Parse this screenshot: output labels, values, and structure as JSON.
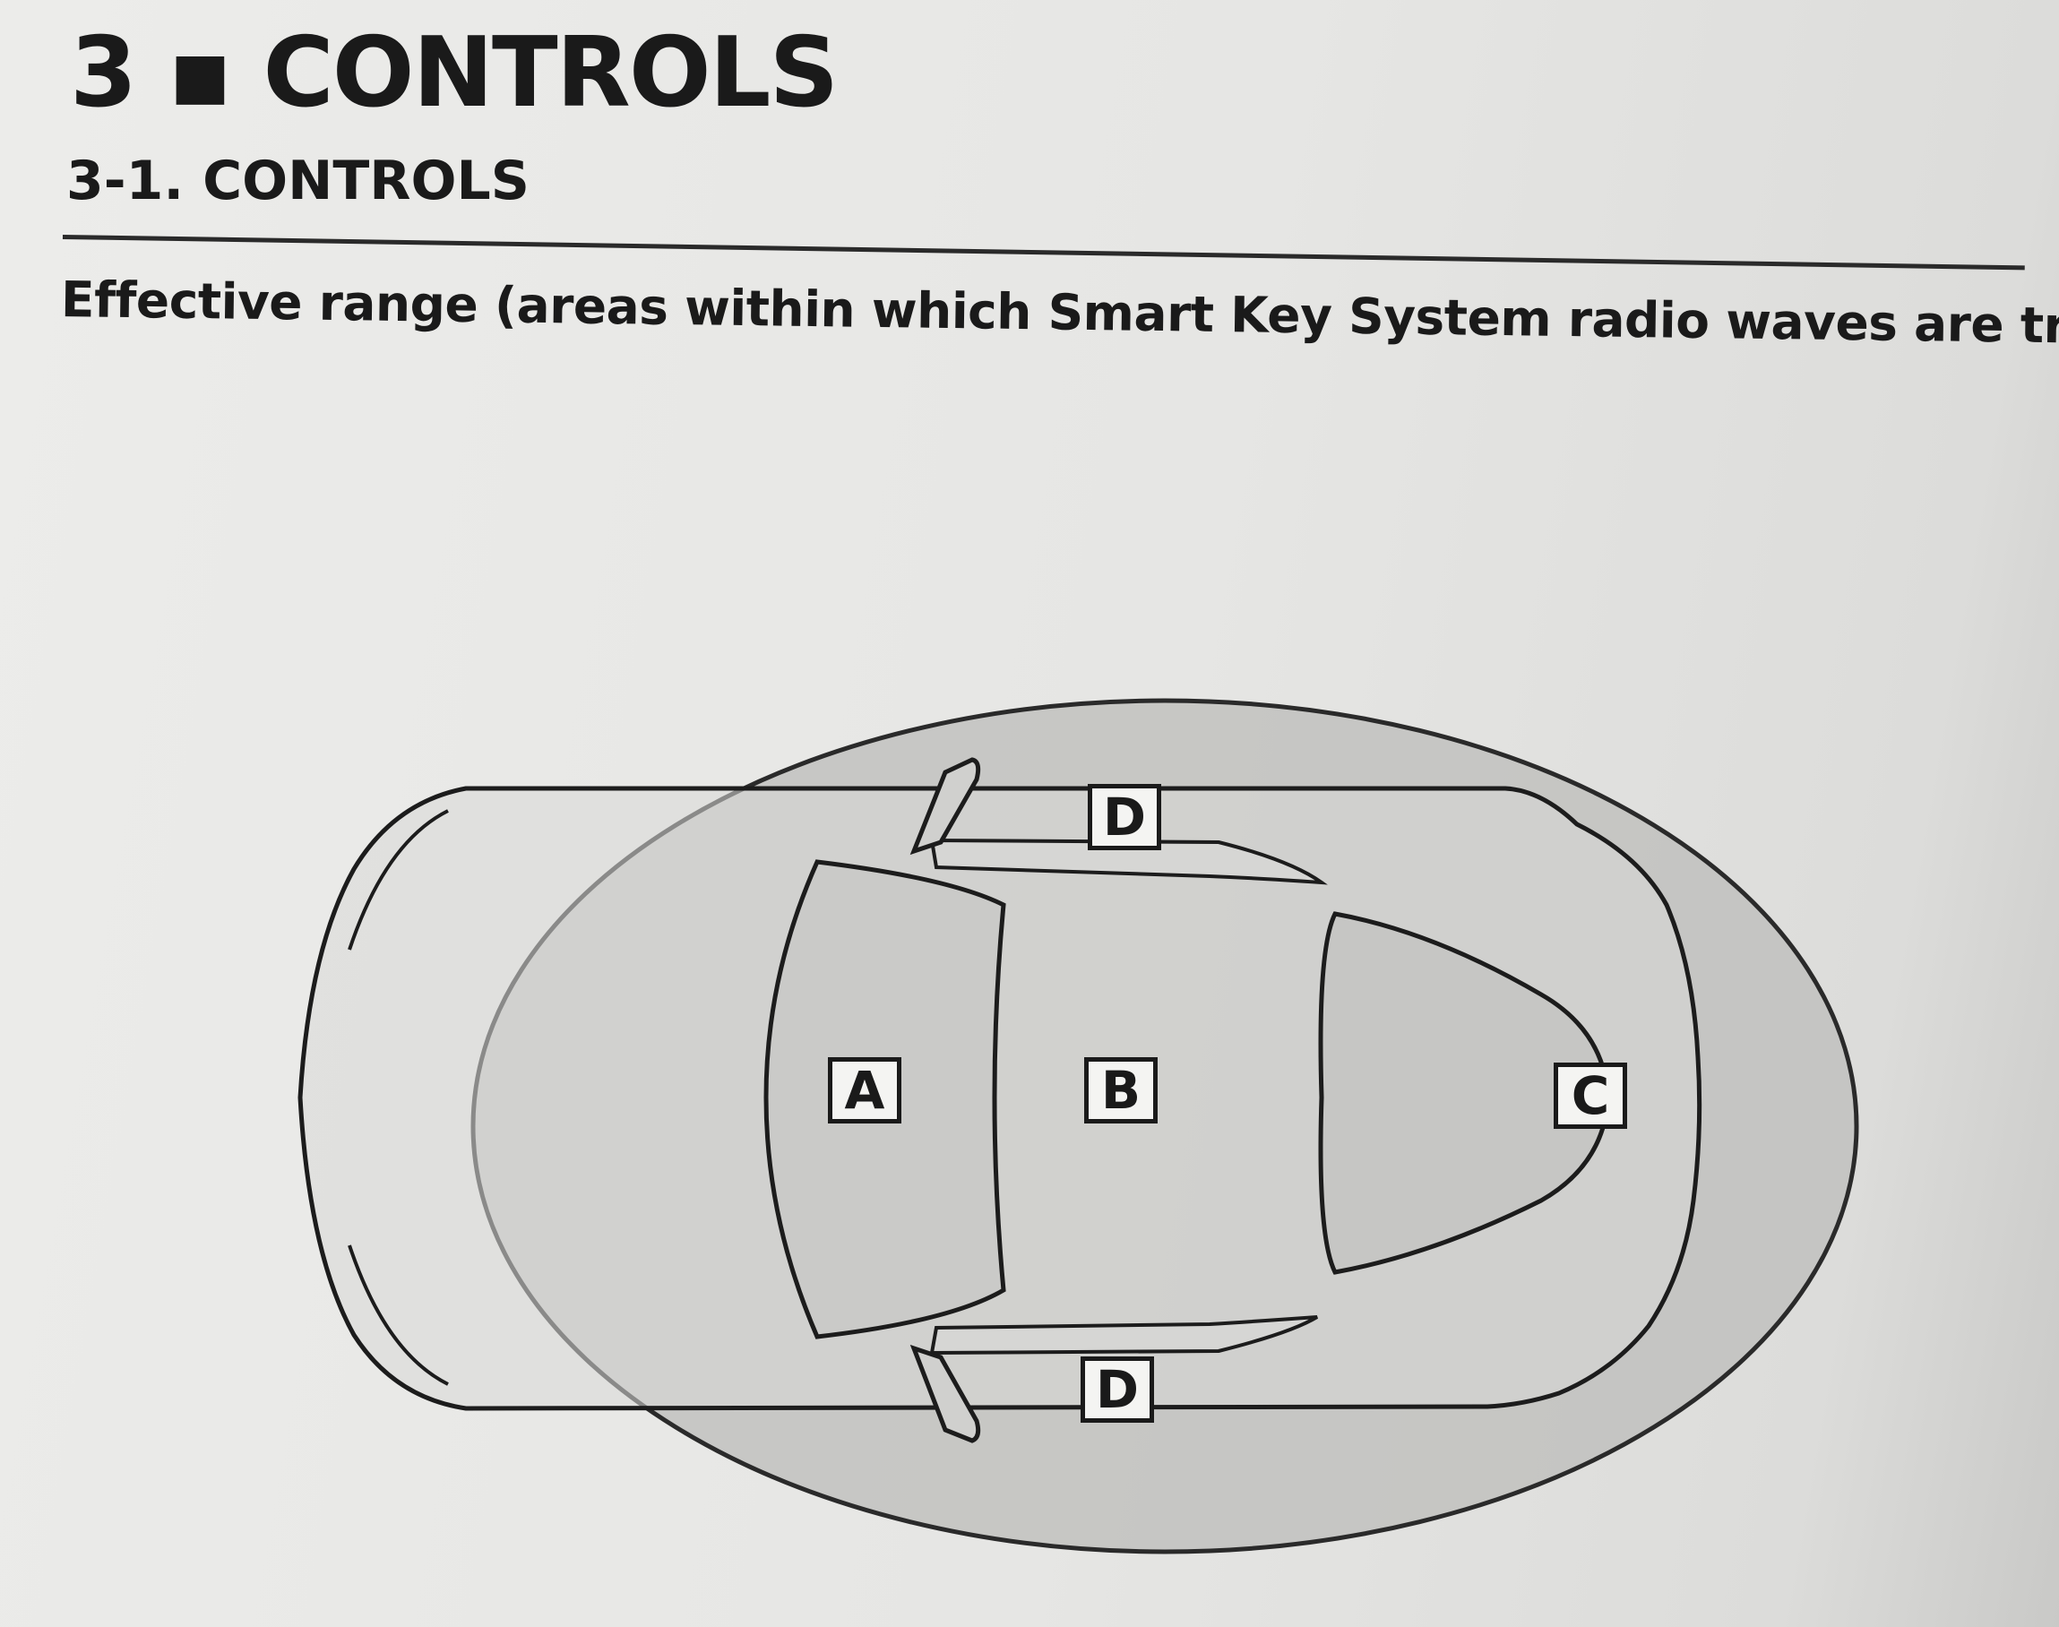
{
  "header": {
    "chapter": "3 ▪ CONTROLS",
    "section": "3-1. CONTROLS",
    "heading": "Effective range (areas within which Smart Key System radio waves are transmitted)"
  },
  "diagram": {
    "zones": [
      {
        "id": "A",
        "label": "A"
      },
      {
        "id": "B",
        "label": "B"
      },
      {
        "id": "C",
        "label": "C"
      },
      {
        "id": "D-left",
        "label": "D"
      },
      {
        "id": "D-right",
        "label": "D"
      }
    ],
    "colors": {
      "range_fill": "#bdbdbb",
      "car_outline": "#1c1c1c",
      "label_bg": "#f4f4f2"
    }
  }
}
